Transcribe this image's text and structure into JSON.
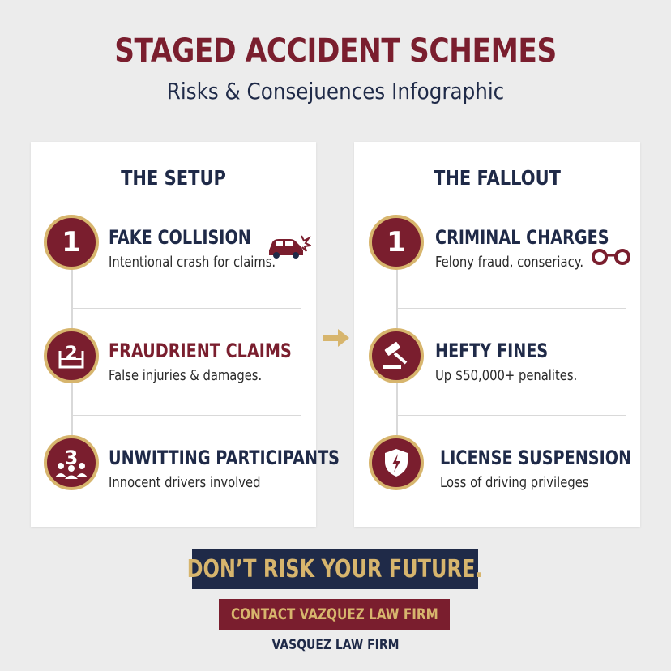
{
  "title": "STAGED ACCIDENT SCHEMES",
  "subtitle": "Risks & Consejuences Infographic",
  "setup": {
    "heading": "THE SETUP",
    "items": [
      {
        "number": "1",
        "icon": "car-crash-icon",
        "title": "FAKE COLLISION",
        "desc": "Intentional crash for claims."
      },
      {
        "number": "2",
        "icon": "claim-document-icon",
        "title": "FRAUDRIENT CLAIMS",
        "desc": "False injuries & damages."
      },
      {
        "number": "3",
        "icon": "people-group-icon",
        "title": "UNWITTING PARTICIPANTS",
        "desc": "Innocent drivers involved"
      }
    ]
  },
  "fallout": {
    "heading": "THE FALLOUT",
    "items": [
      {
        "number": "1",
        "icon": "handcuffs-icon",
        "title": "CRIMINAL CHARGES",
        "desc": "Felony fraud, conseriacy."
      },
      {
        "number": "",
        "icon": "gavel-icon",
        "title": "HEFTY FINES",
        "desc": "Up $50,000+ penalites."
      },
      {
        "number": "",
        "icon": "shield-icon",
        "title": "LICENSE SUSPENSION",
        "desc": "Loss of driving privileges"
      }
    ]
  },
  "cta": {
    "label": "DON’T RISK YOUR FUTURE."
  },
  "contact": {
    "label": "CONTACT VAZQUEZ LAW FIRM"
  },
  "footer": {
    "label": "VASQUEZ LAW FIRM"
  },
  "colors": {
    "maroon": "#7a1e2e",
    "navy": "#1f2a48",
    "gold": "#d7b56d",
    "background": "#ececec"
  }
}
